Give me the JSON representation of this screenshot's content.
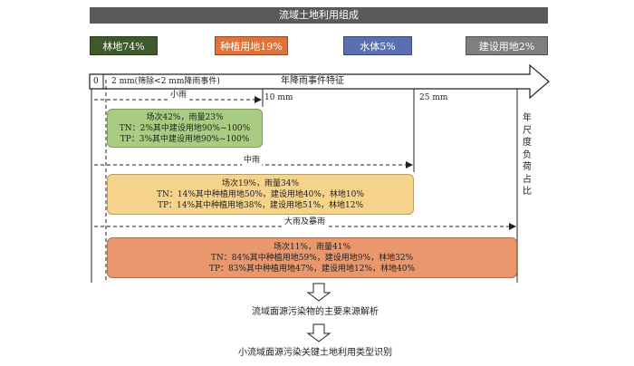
{
  "title": "流域土地利用组成",
  "land_use": [
    {
      "label": "林地74%",
      "color": "#3f5a2a"
    },
    {
      "label": "种植用地19%",
      "color": "#e1733a"
    },
    {
      "label": "水体5%",
      "color": "#5a6fb1"
    },
    {
      "label": "建设用地2%",
      "color": "#7f7f7f"
    }
  ],
  "axis": {
    "zero": "0",
    "threshold_2mm": "2 mm(筛除<2 mm降雨事件)",
    "axis_title": "年降雨事件特征",
    "mark_10mm": "10 mm",
    "mark_25mm": "25 mm"
  },
  "categories": {
    "light": {
      "name": "小雨",
      "line1": "场次42%，雨量23%",
      "line2": "TN：2%其中建设用地90%~100%",
      "line3": "TP：3%其中建设用地90%~100%"
    },
    "medium": {
      "name": "中雨",
      "line1": "场次19%，雨量34%",
      "line2": "TN：14%其中种植用地50%，建设用地40%，林地10%",
      "line3": "TP：14%其中种植用地38%，建设用地51%，林地12%"
    },
    "heavy": {
      "name": "大雨及暴雨",
      "line1": "场次11%，雨量41%",
      "line2": "TN：84%其中种植用地59%，建设用地9%，林地32%",
      "line3": "TP：83%其中种植用地47%，建设用地12%，林地40%"
    }
  },
  "side_label": [
    "年",
    "尺",
    "度",
    "负",
    "荷",
    "占",
    "比"
  ],
  "steps": {
    "step1": "流域面源污染物的主要来源解析",
    "step2": "小流域面源污染关键土地利用类型识别"
  },
  "colors": {
    "light_box": "#a8cd82",
    "medium_box": "#f6d38b",
    "heavy_box": "#e9976d",
    "title_bar": "#595959"
  }
}
